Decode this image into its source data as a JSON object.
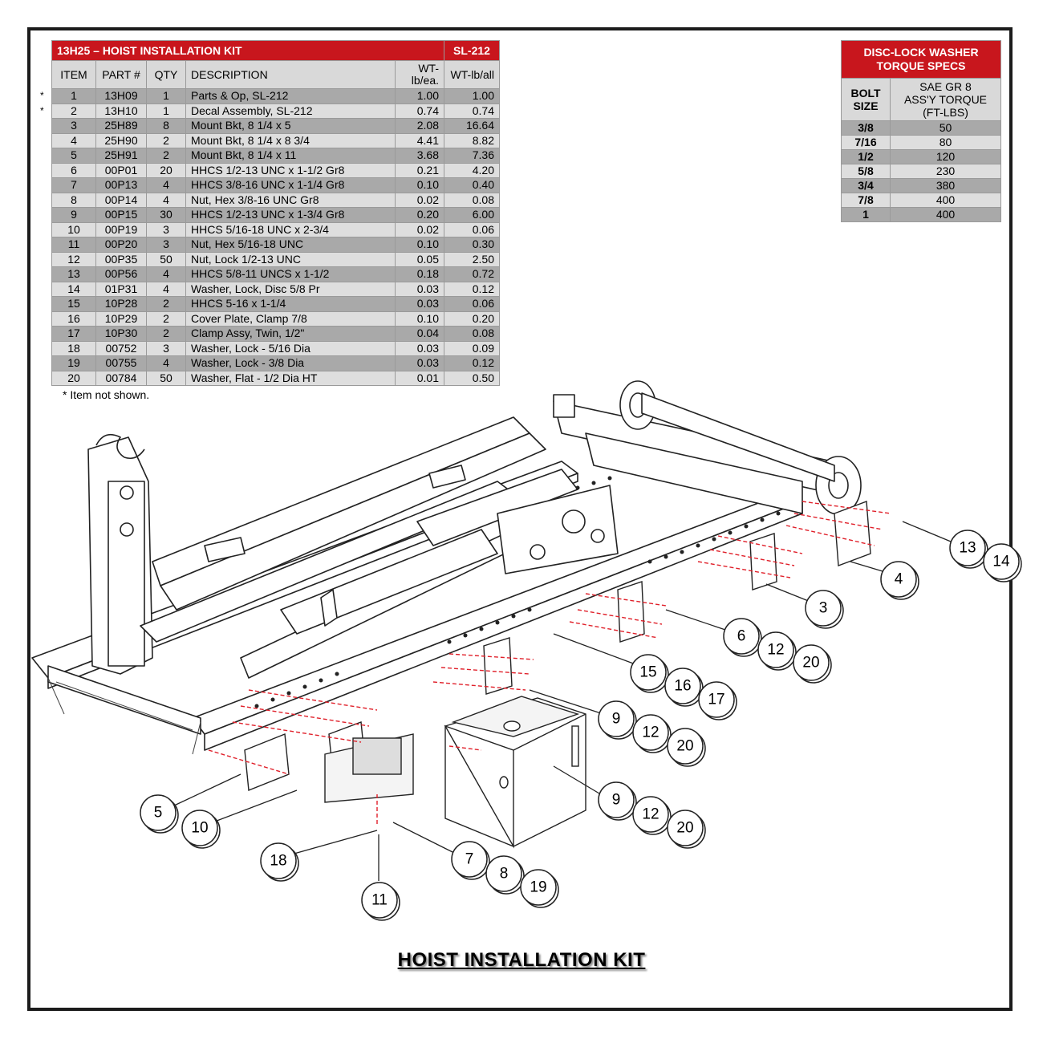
{
  "kit_table": {
    "title": "13H25 – HOIST INSTALLATION KIT",
    "code": "SL-212",
    "headers": [
      "ITEM",
      "PART #",
      "QTY",
      "DESCRIPTION",
      "WT-lb/ea.",
      "WT-lb/all"
    ],
    "rows": [
      {
        "item": "1",
        "part": "13H09",
        "qty": "1",
        "desc": "Parts & Op, SL-212",
        "wt_ea": "1.00",
        "wt_all": "1.00",
        "star": "*"
      },
      {
        "item": "2",
        "part": "13H10",
        "qty": "1",
        "desc": "Decal Assembly, SL-212",
        "wt_ea": "0.74",
        "wt_all": "0.74",
        "star": "*"
      },
      {
        "item": "3",
        "part": "25H89",
        "qty": "8",
        "desc": "Mount Bkt, 8 1/4 x 5",
        "wt_ea": "2.08",
        "wt_all": "16.64",
        "star": ""
      },
      {
        "item": "4",
        "part": "25H90",
        "qty": "2",
        "desc": "Mount Bkt, 8 1/4 x 8 3/4",
        "wt_ea": "4.41",
        "wt_all": "8.82",
        "star": ""
      },
      {
        "item": "5",
        "part": "25H91",
        "qty": "2",
        "desc": "Mount Bkt, 8 1/4 x 11",
        "wt_ea": "3.68",
        "wt_all": "7.36",
        "star": ""
      },
      {
        "item": "6",
        "part": "00P01",
        "qty": "20",
        "desc": "HHCS 1/2-13 UNC x 1-1/2 Gr8",
        "wt_ea": "0.21",
        "wt_all": "4.20",
        "star": ""
      },
      {
        "item": "7",
        "part": "00P13",
        "qty": "4",
        "desc": "HHCS 3/8-16 UNC x 1-1/4 Gr8",
        "wt_ea": "0.10",
        "wt_all": "0.40",
        "star": ""
      },
      {
        "item": "8",
        "part": "00P14",
        "qty": "4",
        "desc": "Nut, Hex 3/8-16 UNC Gr8",
        "wt_ea": "0.02",
        "wt_all": "0.08",
        "star": ""
      },
      {
        "item": "9",
        "part": "00P15",
        "qty": "30",
        "desc": "HHCS 1/2-13 UNC x 1-3/4  Gr8",
        "wt_ea": "0.20",
        "wt_all": "6.00",
        "star": ""
      },
      {
        "item": "10",
        "part": "00P19",
        "qty": "3",
        "desc": "HHCS 5/16-18 UNC x 2-3/4",
        "wt_ea": "0.02",
        "wt_all": "0.06",
        "star": ""
      },
      {
        "item": "11",
        "part": "00P20",
        "qty": "3",
        "desc": "Nut, Hex 5/16-18 UNC",
        "wt_ea": "0.10",
        "wt_all": "0.30",
        "star": ""
      },
      {
        "item": "12",
        "part": "00P35",
        "qty": "50",
        "desc": "Nut, Lock 1/2-13 UNC",
        "wt_ea": "0.05",
        "wt_all": "2.50",
        "star": ""
      },
      {
        "item": "13",
        "part": "00P56",
        "qty": "4",
        "desc": "HHCS 5/8-11 UNCS x 1-1/2",
        "wt_ea": "0.18",
        "wt_all": "0.72",
        "star": ""
      },
      {
        "item": "14",
        "part": "01P31",
        "qty": "4",
        "desc": "Washer, Lock, Disc 5/8 Pr",
        "wt_ea": "0.03",
        "wt_all": "0.12",
        "star": ""
      },
      {
        "item": "15",
        "part": "10P28",
        "qty": "2",
        "desc": "HHCS 5-16 x 1-1/4",
        "wt_ea": "0.03",
        "wt_all": "0.06",
        "star": ""
      },
      {
        "item": "16",
        "part": "10P29",
        "qty": "2",
        "desc": "Cover Plate, Clamp 7/8",
        "wt_ea": "0.10",
        "wt_all": "0.20",
        "star": ""
      },
      {
        "item": "17",
        "part": "10P30",
        "qty": "2",
        "desc": "Clamp Assy, Twin, 1/2\"",
        "wt_ea": "0.04",
        "wt_all": "0.08",
        "star": ""
      },
      {
        "item": "18",
        "part": "00752",
        "qty": "3",
        "desc": "Washer, Lock - 5/16 Dia",
        "wt_ea": "0.03",
        "wt_all": "0.09",
        "star": ""
      },
      {
        "item": "19",
        "part": "00755",
        "qty": "4",
        "desc": "Washer, Lock - 3/8 Dia",
        "wt_ea": "0.03",
        "wt_all": "0.12",
        "star": ""
      },
      {
        "item": "20",
        "part": "00784",
        "qty": "50",
        "desc": "Washer, Flat - 1/2 Dia HT",
        "wt_ea": "0.01",
        "wt_all": "0.50",
        "star": ""
      }
    ],
    "note": "* Item not shown."
  },
  "torque_table": {
    "title_line1": "DISC-LOCK WASHER",
    "title_line2": "TORQUE SPECS",
    "col1_line1": "BOLT",
    "col1_line2": "SIZE",
    "col2_line1": "SAE GR 8",
    "col2_line2": "ASS'Y TORQUE",
    "col2_line3": "(FT-LBS)",
    "rows": [
      {
        "size": "3/8",
        "torque": "50"
      },
      {
        "size": "7/16",
        "torque": "80"
      },
      {
        "size": "1/2",
        "torque": "120"
      },
      {
        "size": "5/8",
        "torque": "230"
      },
      {
        "size": "3/4",
        "torque": "380"
      },
      {
        "size": "7/8",
        "torque": "400"
      },
      {
        "size": "1",
        "torque": "400"
      }
    ]
  },
  "callouts": [
    "13",
    "14",
    "4",
    "3",
    "6",
    "12",
    "20",
    "15",
    "16",
    "17",
    "9",
    "12",
    "20",
    "9",
    "12",
    "20",
    "5",
    "10",
    "18",
    "7",
    "8",
    "19",
    "11"
  ],
  "diagram_title": "HOIST INSTALLATION KIT",
  "colors": {
    "header_red": "#c8161d",
    "row_dark": "#a9a9a9",
    "row_light": "#dedede",
    "leader_red": "#e0202a"
  }
}
